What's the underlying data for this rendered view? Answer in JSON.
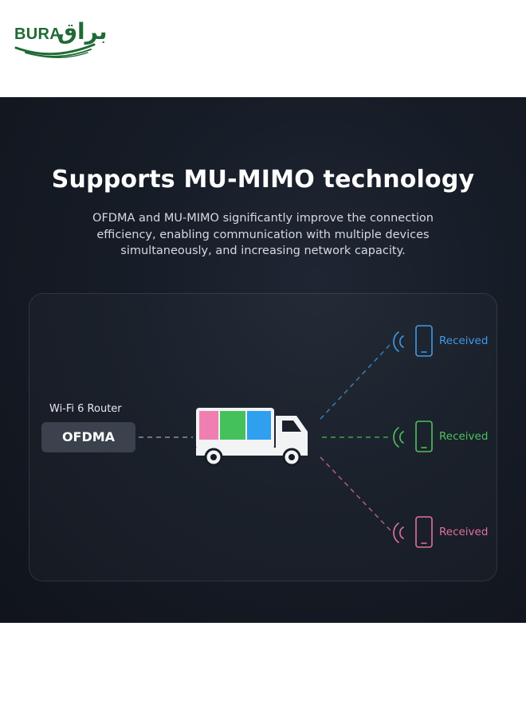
{
  "brand": {
    "latin": "BURA",
    "arabic": "براق",
    "color": "#1f6b35"
  },
  "hero": {
    "title": "Supports MU-MIMO technology",
    "description": "OFDMA and MU-MIMO significantly improve the connection efficiency, enabling communication with multiple devices simultaneously, and increasing network capacity."
  },
  "diagram": {
    "router_label": "Wi-Fi 6 Router",
    "router_tag": "OFDMA",
    "vehicle_icon": "delivery-truck-icon",
    "cargo_colors": [
      "#ef7fb1",
      "#45c15b",
      "#2f9ff0"
    ],
    "devices": [
      {
        "status": "Received",
        "color": "#3d9be9",
        "icon": "smartphone-icon"
      },
      {
        "status": "Received",
        "color": "#4cc25d",
        "icon": "smartphone-icon"
      },
      {
        "status": "Received",
        "color": "#e0729b",
        "icon": "smartphone-icon"
      }
    ]
  }
}
